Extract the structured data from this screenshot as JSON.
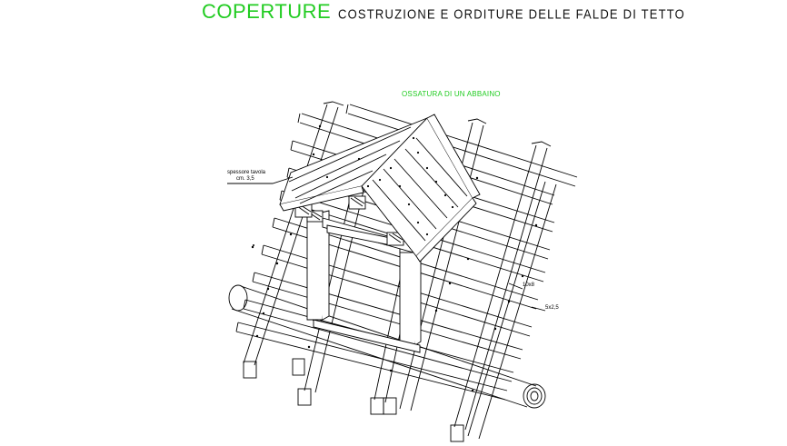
{
  "header": {
    "title": "COPERTURE",
    "subtitle": "COSTRUZIONE E ORDITURE DELLE FALDE DI TETTO"
  },
  "drawing": {
    "title": "OSSATURA DI UN ABBAINO",
    "annotations": {
      "board_thickness_line1": "spessore tavola",
      "board_thickness_line2": "cm. 3,5",
      "batten_size": "10x8",
      "lath_size": "5x2,5"
    }
  },
  "colors": {
    "title": "#22cc22",
    "line": "#000000"
  }
}
